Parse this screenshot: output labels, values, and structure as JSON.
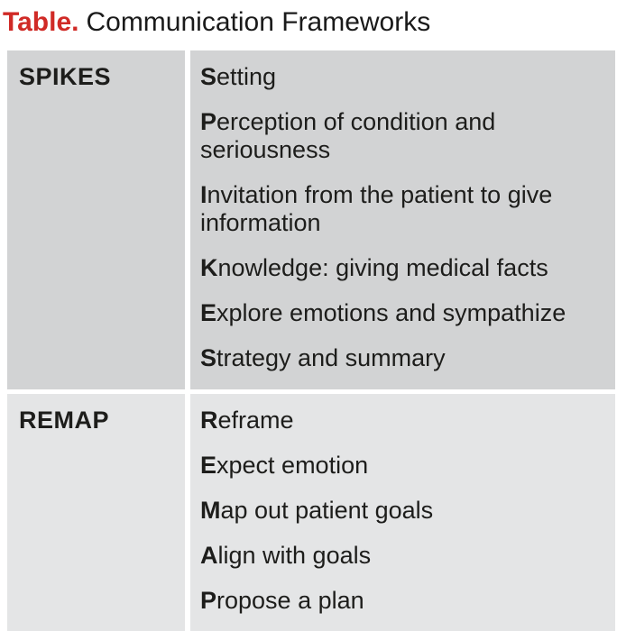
{
  "title": {
    "label": "Table.",
    "text": "Communication Frameworks"
  },
  "colors": {
    "title_label_red": "#d02a26",
    "spikes_row_bg": "#d2d3d4",
    "remap_row_bg": "#e4e5e6",
    "body_text": "#1d1d1b"
  },
  "frameworks": [
    {
      "name": "SPIKES",
      "items": [
        {
          "lead": "S",
          "rest": "etting"
        },
        {
          "lead": "P",
          "rest": "erception of condition and seriousness"
        },
        {
          "lead": "I",
          "rest": "nvitation from the patient to give information"
        },
        {
          "lead": "K",
          "rest": "nowledge: giving medical facts"
        },
        {
          "lead": "E",
          "rest": "xplore emotions and sympathize"
        },
        {
          "lead": "S",
          "rest": "trategy and summary"
        }
      ]
    },
    {
      "name": "REMAP",
      "items": [
        {
          "lead": "R",
          "rest": "eframe"
        },
        {
          "lead": "E",
          "rest": "xpect emotion"
        },
        {
          "lead": "M",
          "rest": "ap out patient goals"
        },
        {
          "lead": "A",
          "rest": "lign with goals"
        },
        {
          "lead": "P",
          "rest": "ropose a plan"
        }
      ]
    }
  ]
}
